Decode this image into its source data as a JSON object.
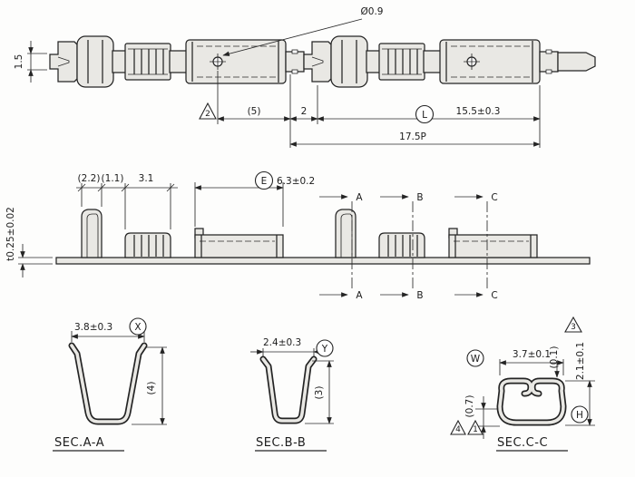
{
  "drawing": {
    "colors": {
      "line": "#242424",
      "part_fill": "#e9e8e4",
      "background": "#fdfdfc"
    },
    "top_view": {
      "hole_diameter": "Ø0.9",
      "tip_width": "1.5",
      "weld_note": "2",
      "dim_5": "(5)",
      "dim_2": "2",
      "datum_l": "L",
      "terminal_length": "15.5±0.3",
      "pitch": "17.5P"
    },
    "side_view": {
      "dim_2_2": "(2.2)",
      "dim_1_1": "(1.1)",
      "dim_3_1": "3.1",
      "datum_e": "E",
      "receptacle_length": "6.3±0.2",
      "stock_thickness": "t0.25±0.02",
      "section_a": "A",
      "section_b": "B",
      "section_c": "C"
    },
    "section_a": {
      "title": "SEC.A-A",
      "opening_width": "3.8±0.3",
      "datum_x": "X",
      "depth": "(4)"
    },
    "section_b": {
      "title": "SEC.B-B",
      "opening_width": "2.4±0.3",
      "datum_y": "Y",
      "depth": "(3)"
    },
    "section_c": {
      "title": "SEC.C-C",
      "datum_w": "W",
      "width": "3.7±0.1",
      "gap": "(0.1)",
      "height": "2.1±0.1",
      "bottom_height": "(0.7)",
      "datum_h": "H",
      "note_3": "3",
      "note_4": "4",
      "note_1": "1"
    }
  }
}
